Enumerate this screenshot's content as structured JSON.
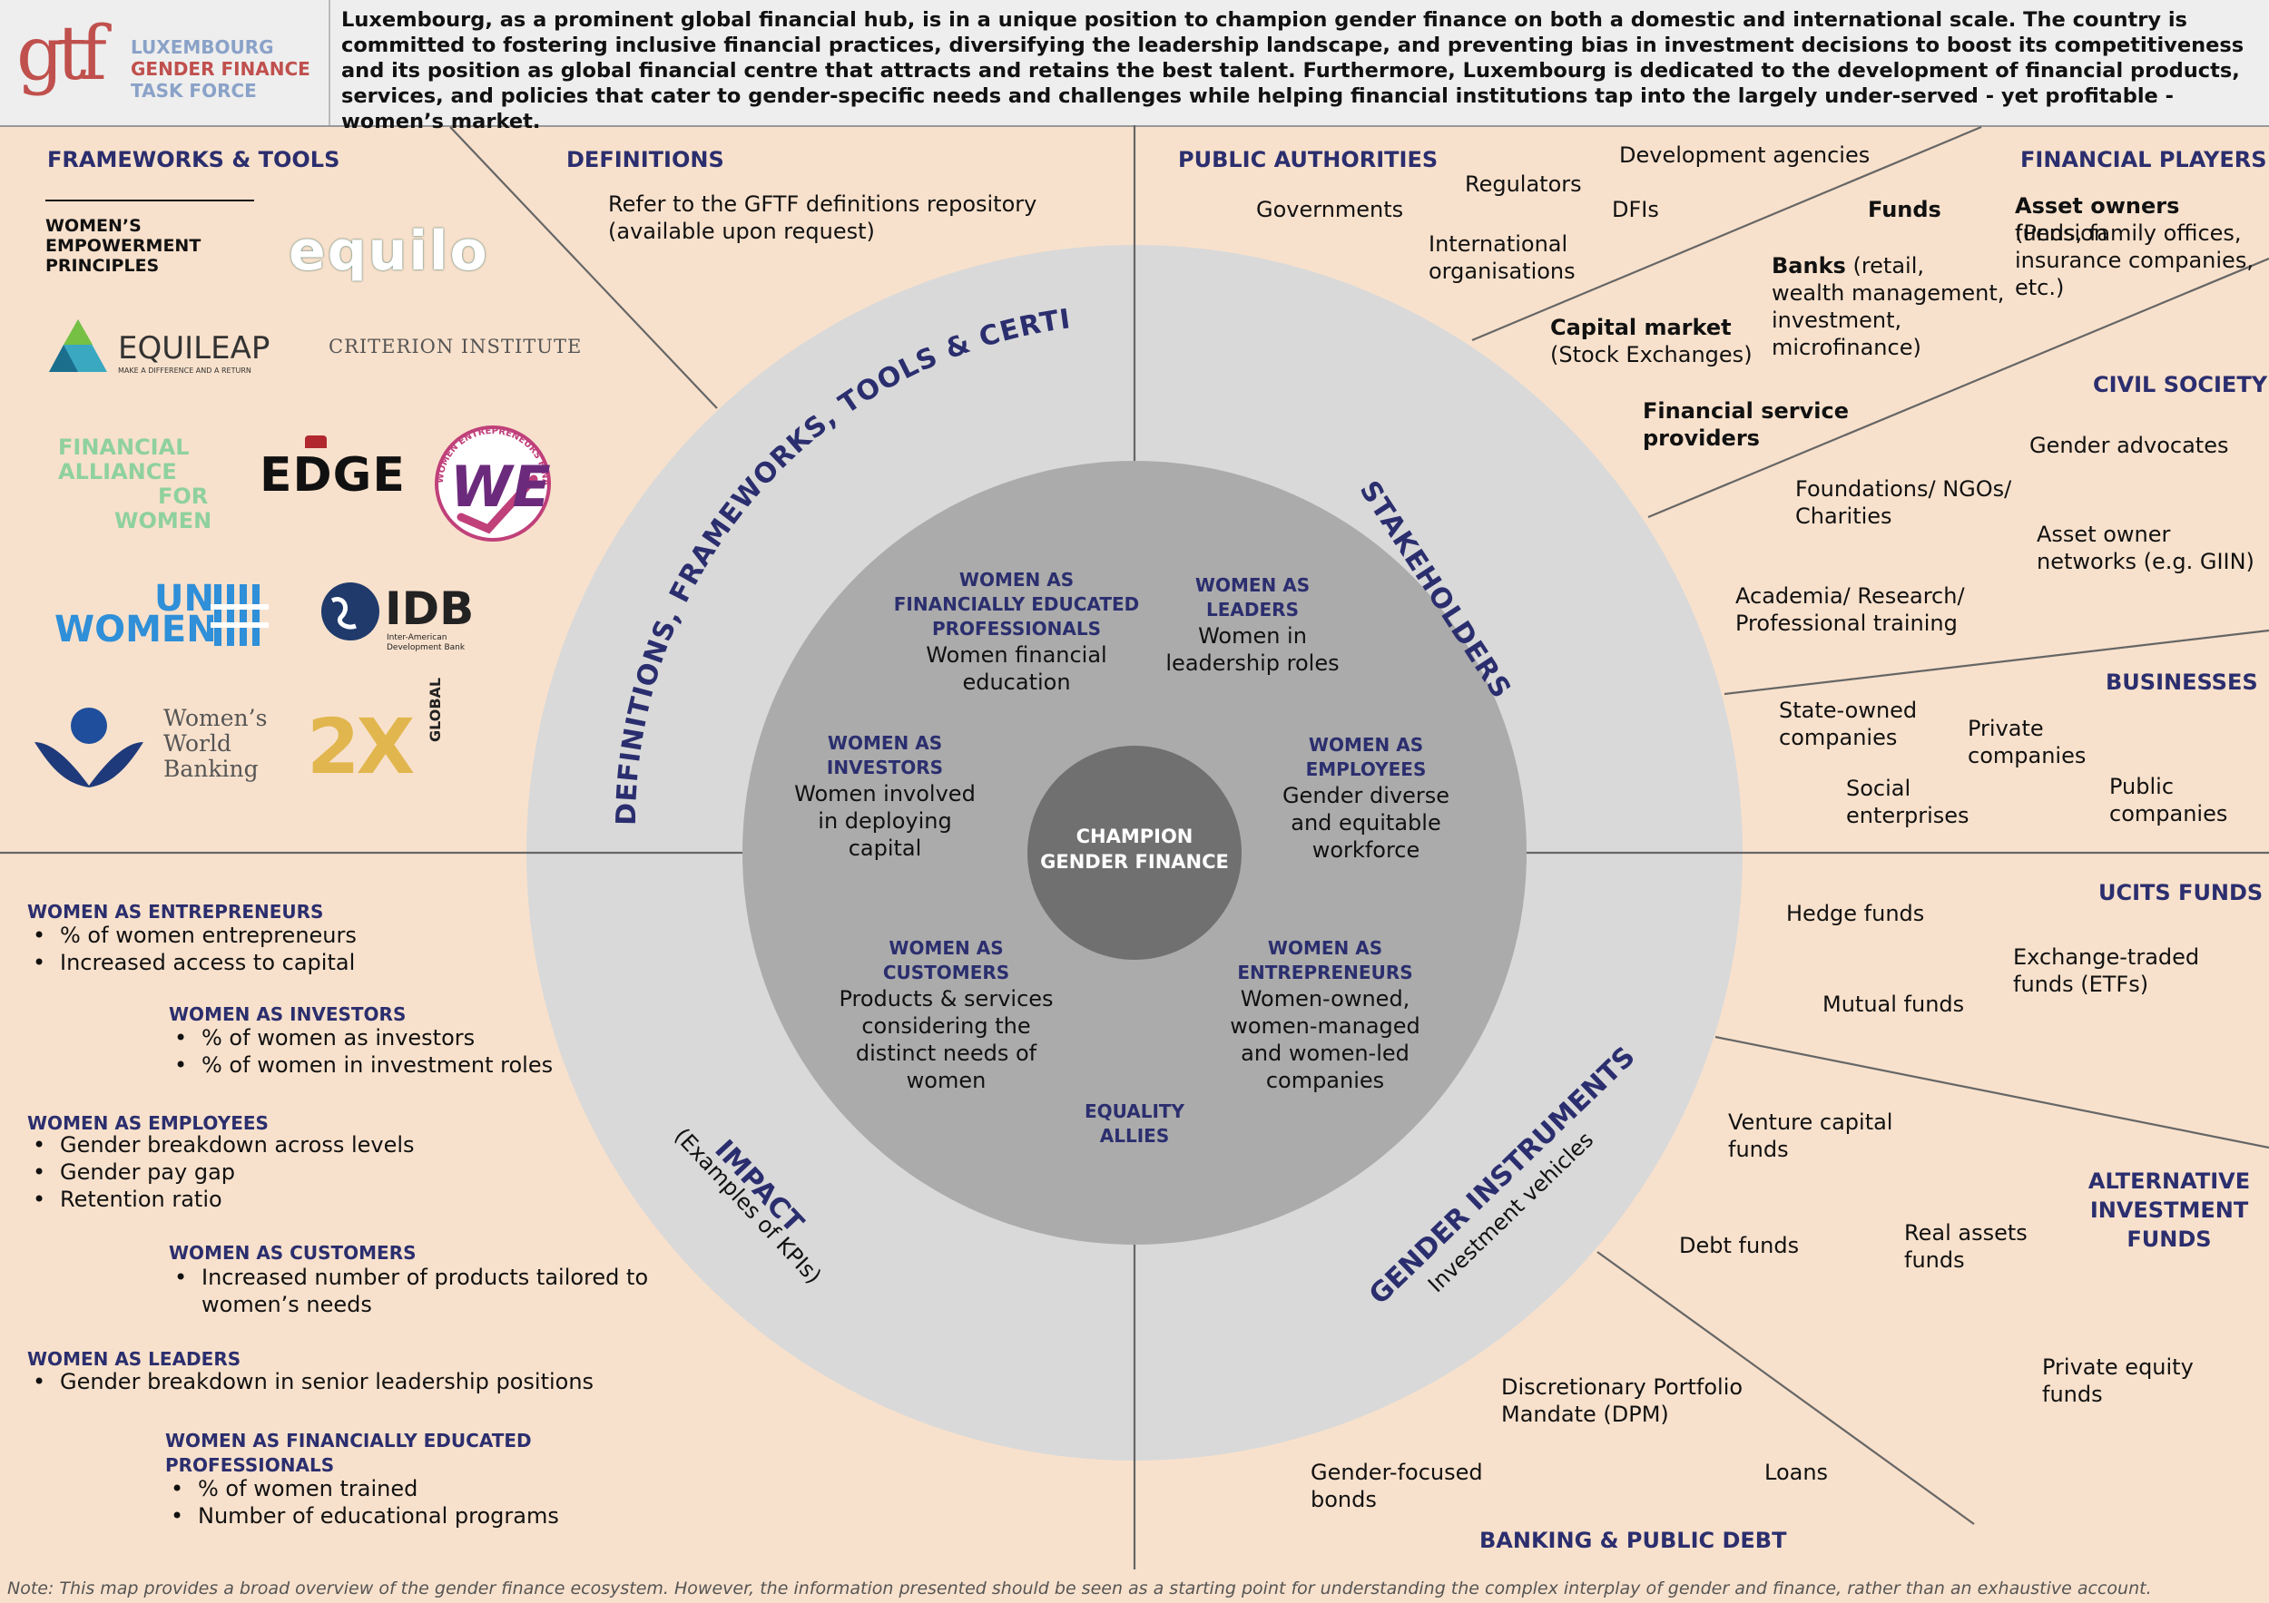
{
  "header": {
    "logo_mark": "gtf",
    "org_line1": "LUXEMBOURG",
    "org_line2": "GENDER FINANCE",
    "org_line3": "TASK FORCE",
    "intro": "Luxembourg, as a prominent global financial hub, is in a unique position to champion gender finance on both a domestic and international scale. The country is committed to fostering inclusive financial practices, diversifying the leadership landscape, and preventing bias in investment decisions to boost its competitiveness and its position as global financial centre that attracts and retains the best talent. Furthermore, Luxembourg is dedicated to the development of financial products, services, and policies that cater to gender-specific needs and challenges while helping financial institutions tap into the largely under-served - yet profitable - women’s market."
  },
  "colors": {
    "background": "#f8e1cc",
    "outer_ring": "#d9d9d9",
    "middle_ring": "#ababab",
    "center": "#707070",
    "heading_navy": "#2b2e6e"
  },
  "frameworks": {
    "title": "FRAMEWORKS & TOOLS",
    "logos": {
      "wep": [
        "WOMEN’S",
        "EMPOWERMENT",
        "PRINCIPLES"
      ],
      "equilo": "equilo",
      "equileap": "EQUILEAP",
      "equileap_tag": "MAKE A DIFFERENCE AND A RETURN",
      "criterion": "CRITERION INSTITUTE",
      "fa4w": [
        "FINANCIAL",
        "ALLIANCE",
        "FOR",
        "WOMEN"
      ],
      "edge": "EDGE",
      "we": "WE",
      "we_ring": "WOMEN ENTREPRENEURS FINANCE CODE",
      "unwomen": [
        "UN",
        "WOMEN"
      ],
      "idb": "IDB",
      "idb_sub": [
        "Inter-American",
        "Development Bank"
      ],
      "wwb": [
        "Women’s",
        "World",
        "Banking"
      ],
      "twox": "2X",
      "twox_sub": "GLOBAL"
    }
  },
  "definitions": {
    "title": "DEFINITIONS",
    "text1": "Refer to the GFTF definitions repository",
    "text2": "(available upon request)"
  },
  "public_authorities": {
    "title": "PUBLIC AUTHORITIES",
    "items": {
      "governments": "Governments",
      "regulators": "Regulators",
      "development_agencies": "Development agencies",
      "dfis": "DFIs",
      "intl1": "International",
      "intl2": "organisations"
    }
  },
  "financial_players": {
    "title": "FINANCIAL PLAYERS",
    "funds": "Funds",
    "asset_owners_bold": "Asset owners",
    "asset_owners_rest1": " (Pension",
    "asset_owners_rest2": "funds, family offices,",
    "asset_owners_rest3": "insurance companies,",
    "asset_owners_rest4": "etc.)",
    "banks_bold": "Banks",
    "banks_rest1": " (retail,",
    "banks_rest2": "wealth management,",
    "banks_rest3": "investment,",
    "banks_rest4": "microfinance)",
    "capital_market_bold": "Capital market",
    "capital_market_rest": "(Stock Exchanges)",
    "fsp1": "Financial service",
    "fsp2": "providers"
  },
  "civil_society": {
    "title": "CIVIL SOCIETY",
    "gender_advocates": "Gender advocates",
    "foundations1": "Foundations/ NGOs/",
    "foundations2": "Charities",
    "ao_networks1": "Asset owner",
    "ao_networks2": "networks (e.g. GIIN)",
    "academia1": "Academia/ Research/",
    "academia2": "Professional training"
  },
  "businesses": {
    "title": "BUSINESSES",
    "soc1": "State-owned",
    "soc2": "companies",
    "private1": "Private",
    "private2": "companies",
    "social1": "Social",
    "social2": "enterprises",
    "public1": "Public",
    "public2": "companies"
  },
  "ucits": {
    "title": "UCITS FUNDS",
    "hedge": "Hedge funds",
    "etf1": "Exchange-traded",
    "etf2": "funds (ETFs)",
    "mutual": "Mutual funds"
  },
  "alternative": {
    "title1": "ALTERNATIVE",
    "title2": "INVESTMENT",
    "title3": "FUNDS",
    "vc1": "Venture capital",
    "vc2": "funds",
    "debt": "Debt funds",
    "real1": "Real assets",
    "real2": "funds",
    "pe1": "Private equity",
    "pe2": "funds"
  },
  "banking": {
    "title": "BANKING & PUBLIC DEBT",
    "dpm1": "Discretionary Portfolio",
    "dpm2": "Mandate (DPM)",
    "bonds1": "Gender-focused",
    "bonds2": "bonds",
    "loans": "Loans"
  },
  "kpis": {
    "entrepreneurs": {
      "title": "WOMEN AS ENTREPRENEURS",
      "items": [
        "% of women entrepreneurs",
        "Increased access to capital"
      ]
    },
    "investors": {
      "title": "WOMEN AS INVESTORS",
      "items": [
        "% of women as investors",
        "% of women in investment roles"
      ]
    },
    "employees": {
      "title": "WOMEN AS EMPLOYEES",
      "items": [
        "Gender breakdown across levels",
        "Gender pay gap",
        "Retention ratio"
      ]
    },
    "customers": {
      "title": "WOMEN AS CUSTOMERS",
      "items": [
        "Increased number of products tailored to",
        "women’s needs"
      ]
    },
    "leaders": {
      "title": "WOMEN AS LEADERS",
      "items": [
        "Gender breakdown in senior leadership positions"
      ]
    },
    "educated": {
      "title1": "WOMEN AS FINANCIALLY EDUCATED",
      "title2": "PROFESSIONALS",
      "items": [
        "% of women trained",
        "Number of educational programs"
      ]
    }
  },
  "ring_labels": {
    "definitions_arc": "DEFINITIONS, FRAMEWORKS, TOOLS & CERTIFICATIONS",
    "stakeholders": "STAKEHOLDERS",
    "impact": "IMPACT",
    "impact_sub": "(Examples of KPIs)",
    "gender_instruments": "GENDER INSTRUMENTS",
    "investment_vehicles": "Investment vehicles"
  },
  "center": {
    "line1": "CHAMPION",
    "line2": "GENDER FINANCE"
  },
  "roles": {
    "educated": {
      "h1": "WOMEN AS",
      "h2": "FINANCIALLY EDUCATED",
      "h3": "PROFESSIONALS",
      "d1": "Women financial",
      "d2": "education"
    },
    "leaders": {
      "h1": "WOMEN AS",
      "h2": "LEADERS",
      "d1": "Women in",
      "d2": "leadership roles"
    },
    "investors": {
      "h1": "WOMEN AS",
      "h2": "INVESTORS",
      "d1": "Women involved",
      "d2": "in deploying",
      "d3": "capital"
    },
    "employees": {
      "h1": "WOMEN AS",
      "h2": "EMPLOYEES",
      "d1": "Gender diverse",
      "d2": "and equitable",
      "d3": "workforce"
    },
    "customers": {
      "h1": "WOMEN AS",
      "h2": "CUSTOMERS",
      "d1": "Products & services",
      "d2": "considering the",
      "d3": "distinct needs of",
      "d4": "women"
    },
    "entrepreneurs": {
      "h1": "WOMEN AS",
      "h2": "ENTREPRENEURS",
      "d1": "Women-owned,",
      "d2": "women-managed",
      "d3": "and women-led",
      "d4": "companies"
    },
    "allies": {
      "h1": "EQUALITY",
      "h2": "ALLIES"
    }
  },
  "note": "Note: This map provides a broad overview of the gender finance ecosystem. However, the information presented should be seen as a starting point for understanding the complex interplay of gender and finance, rather than an exhaustive account."
}
